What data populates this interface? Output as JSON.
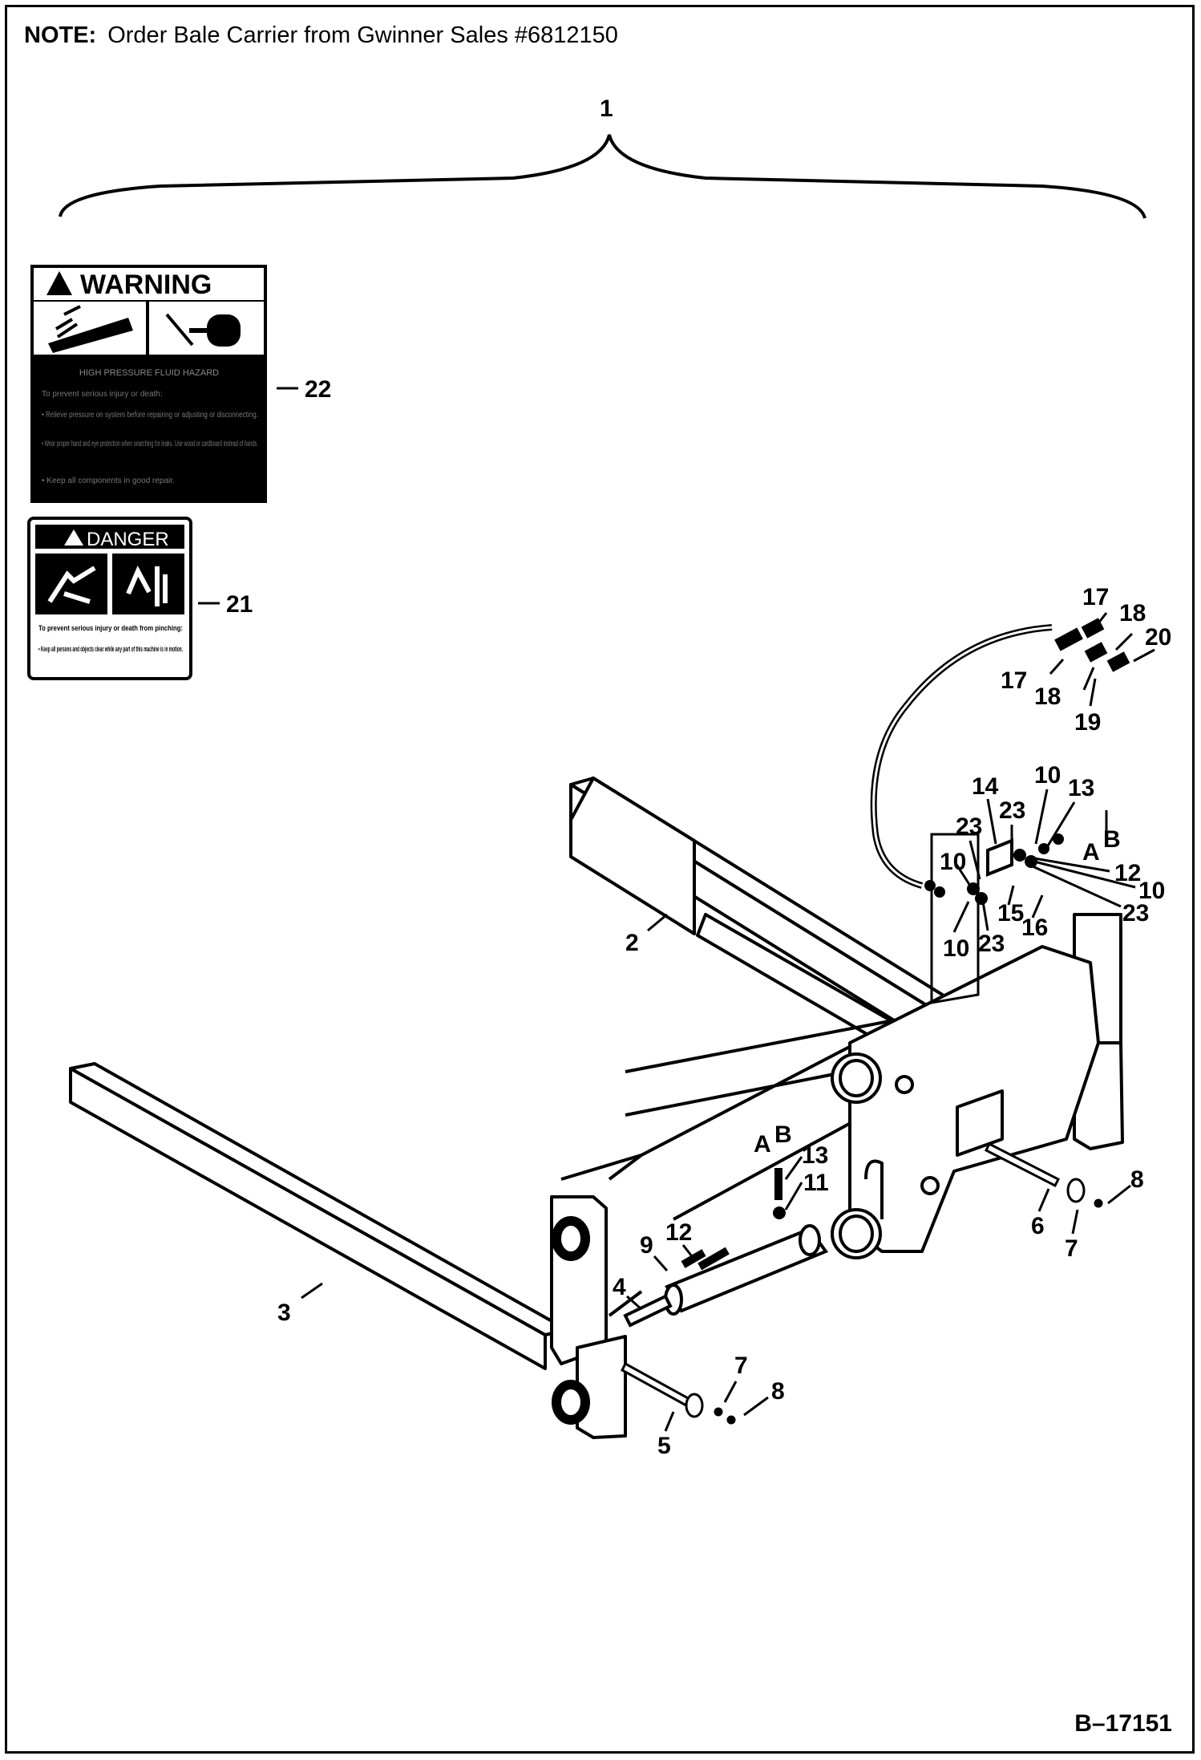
{
  "note": {
    "label": "NOTE:",
    "text": "Order Bale Carrier from Gwinner Sales #6812150"
  },
  "drawing_code": "B–17151",
  "decal_warning": {
    "heading": "WARNING",
    "subtitle": "HIGH PRESSURE FLUID HAZARD",
    "lines": [
      "To prevent serious injury or death:",
      "• Relieve pressure on system before repairing or adjusting or disconnecting.",
      "• Wear proper hand and eye protection when searching for leaks. Use wood or cardboard instead of hands.",
      "• Keep all components in good repair."
    ]
  },
  "decal_danger": {
    "heading": "DANGER",
    "lines": [
      "To prevent serious injury or death from pinching:",
      "• Keep all persons and objects clear while any part of this machine is in motion."
    ]
  },
  "callouts": {
    "c1": "1",
    "c2": "2",
    "c3": "3",
    "c4": "4",
    "c5": "5",
    "c6": "6",
    "c7": "7",
    "c8": "8",
    "c9": "9",
    "c10": "10",
    "c11": "11",
    "c12": "12",
    "c13": "13",
    "c14": "14",
    "c15": "15",
    "c16": "16",
    "c17": "17",
    "c18": "18",
    "c19": "19",
    "c20": "20",
    "c21": "21",
    "c22": "22",
    "c23": "23",
    "a": "A",
    "b": "B"
  }
}
